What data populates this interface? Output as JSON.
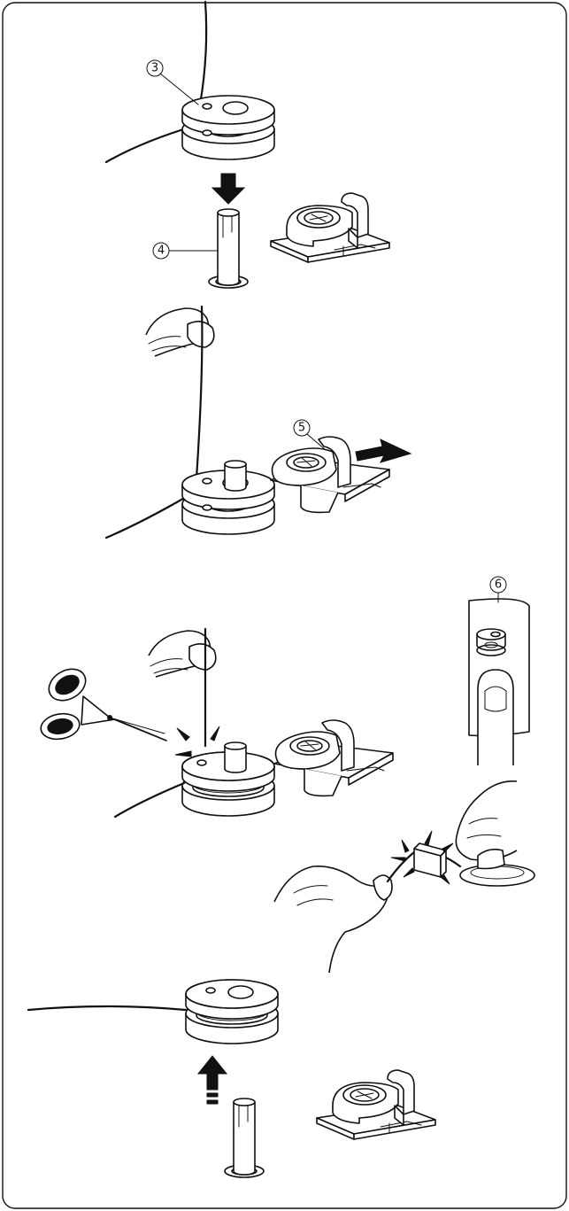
{
  "callouts": [
    {
      "id": "c3",
      "label": "3"
    },
    {
      "id": "c4",
      "label": "4"
    },
    {
      "id": "c5",
      "label": "5"
    },
    {
      "id": "c6",
      "label": "6"
    }
  ],
  "icons": {
    "bobbin": "bobbin-icon",
    "spindle": "spindle-icon",
    "stopper": "bobbin-winder-stopper-icon",
    "scissors": "scissors-icon",
    "hand": "hand-icon",
    "button": "bobbin-winding-button-icon",
    "arrow": "arrow-icon"
  },
  "colors": {
    "line": "#111111",
    "background": "#ffffff"
  }
}
